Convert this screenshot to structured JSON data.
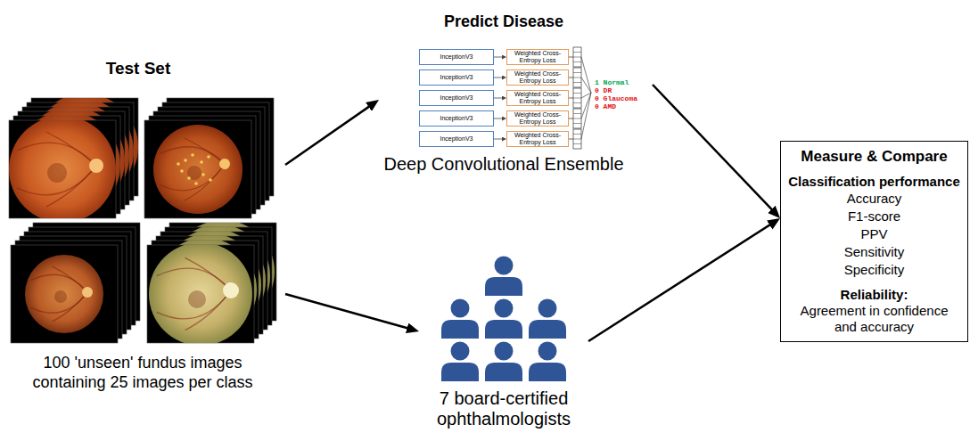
{
  "diagram": {
    "nodes": [
      {
        "text": [
          "Test Set",
          "100 'unseen' fundus images containing 25 images per class"
        ]
      },
      {
        "text": [
          "Predict Disease",
          "Deep Convolutional Ensemble"
        ]
      },
      {
        "text": [
          "InceptionV3"
        ],
        "in": 1
      },
      {
        "text": [
          "Weighted Cross-Entropy Loss"
        ],
        "in": 1
      },
      {
        "text": [
          "InceptionV3"
        ],
        "in": 1
      },
      {
        "text": [
          "Weighted Cross-Entropy Loss"
        ],
        "in": 1
      },
      {
        "text": [
          "InceptionV3"
        ],
        "in": 1
      },
      {
        "text": [
          "Weighted Cross-Entropy Loss"
        ],
        "in": 1
      },
      {
        "text": [
          "InceptionV3"
        ],
        "in": 1
      },
      {
        "text": [
          "Weighted Cross-Entropy Loss"
        ],
        "in": 1
      },
      {
        "text": [
          "InceptionV3"
        ],
        "in": 1
      },
      {
        "text": [
          "Weighted Cross-Entropy Loss"
        ],
        "in": 1
      },
      {
        "text": [
          "7 board-certified ophthalmologists"
        ]
      },
      {
        "text": [
          "Measure & Compare",
          "Classification performance",
          "Accuracy",
          "F1-score",
          "PPV",
          "Sensitivity",
          "Specificity",
          "Reliability:",
          "Agreement in confidence and accuracy"
        ]
      }
    ],
    "edges": [
      {
        "from": 0,
        "to": 1,
        "arrow": "to"
      },
      {
        "from": 0,
        "to": 12,
        "arrow": "to"
      },
      {
        "from": 1,
        "to": 13,
        "arrow": "to"
      },
      {
        "from": 12,
        "to": 13,
        "arrow": "to"
      },
      {
        "from": 2,
        "to": 3,
        "arrow": "to"
      },
      {
        "from": 4,
        "to": 5,
        "arrow": "to"
      },
      {
        "from": 6,
        "to": 7,
        "arrow": "to"
      },
      {
        "from": 8,
        "to": 9,
        "arrow": "to"
      },
      {
        "from": 10,
        "to": 11,
        "arrow": "to"
      }
    ],
    "labels": [
      "1 Normal",
      "0 DR",
      "0 Glaucoma",
      "0 AMD"
    ]
  }
}
